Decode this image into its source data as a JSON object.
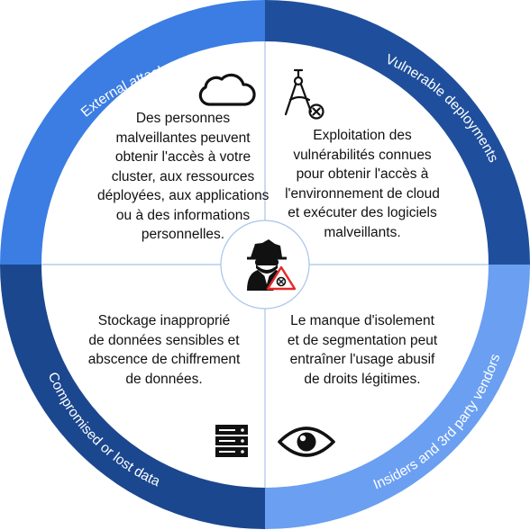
{
  "ring_labels": {
    "external": "External attacks",
    "vulnerable": "Vulnerable deployments",
    "compromised": "Compromised or lost data",
    "insiders": "Insiders and 3rd party vendors"
  },
  "quadrants": {
    "top_left": [
      "Des personnes",
      "malveillantes peuvent",
      "obtenir l'accès à votre",
      "cluster, aux ressources",
      "déployées,  aux applications",
      "ou à des informations",
      "personnelles."
    ],
    "top_right": [
      "Exploitation des",
      "vulnérabilités connues",
      "pour obtenir l'accès à",
      "l'environnement de cloud",
      "et exécuter des logiciels",
      "malveillants."
    ],
    "bottom_left": [
      "Stockage inapproprié",
      "de données sensibles et",
      "abscence de chiffrement",
      "de données."
    ],
    "bottom_right": [
      "Le manque d'isolement",
      "et de segmentation peut",
      "entraîner l'usage abusif",
      "de droits légitimes."
    ]
  },
  "icons": {
    "top_left": "cloud-icon",
    "top_right": "compass-drafting-icon",
    "center": "hacker-warning-icon",
    "bottom_left": "server-storage-icon",
    "bottom_right": "eye-icon"
  },
  "colors": {
    "top_left": "#3b7de2",
    "top_right": "#1f4f9c",
    "bottom_left": "#1b478f",
    "bottom_right": "#6a9ff1",
    "warning": "#e42929"
  }
}
